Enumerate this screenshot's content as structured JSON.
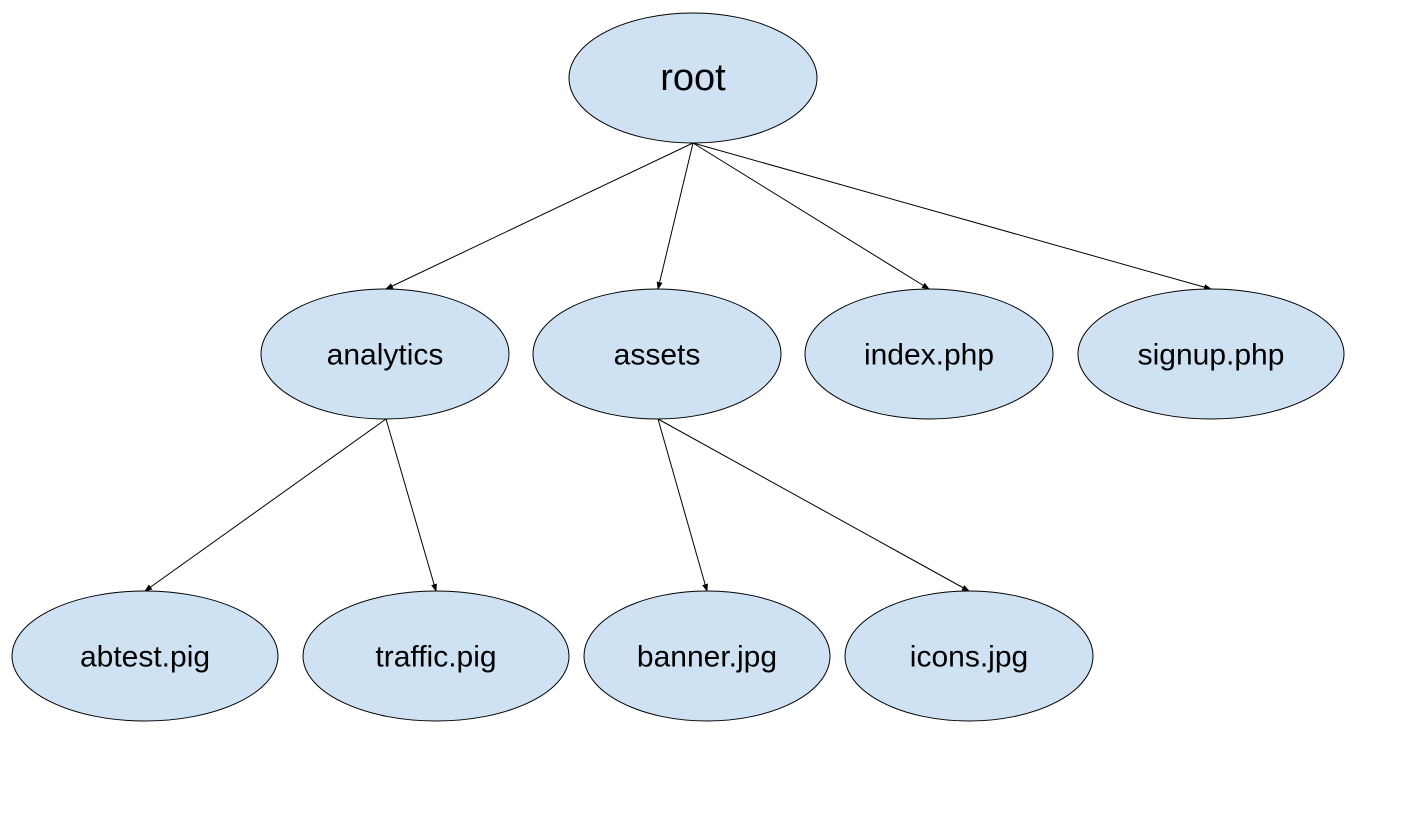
{
  "diagram": {
    "colors": {
      "node_fill": "#cfe2f3",
      "node_stroke": "#000000",
      "edge": "#000000",
      "background": "#ffffff"
    },
    "nodes": {
      "root": "root",
      "analytics": "analytics",
      "assets": "assets",
      "index_php": "index.php",
      "signup_php": "signup.php",
      "abtest_pig": "abtest.pig",
      "traffic_pig": "traffic.pig",
      "banner_jpg": "banner.jpg",
      "icons_jpg": "icons.jpg"
    },
    "edges": [
      {
        "from": "root",
        "to": "analytics"
      },
      {
        "from": "root",
        "to": "assets"
      },
      {
        "from": "root",
        "to": "index.php"
      },
      {
        "from": "root",
        "to": "signup.php"
      },
      {
        "from": "analytics",
        "to": "abtest.pig"
      },
      {
        "from": "analytics",
        "to": "traffic.pig"
      },
      {
        "from": "assets",
        "to": "banner.jpg"
      },
      {
        "from": "assets",
        "to": "icons.jpg"
      }
    ]
  }
}
